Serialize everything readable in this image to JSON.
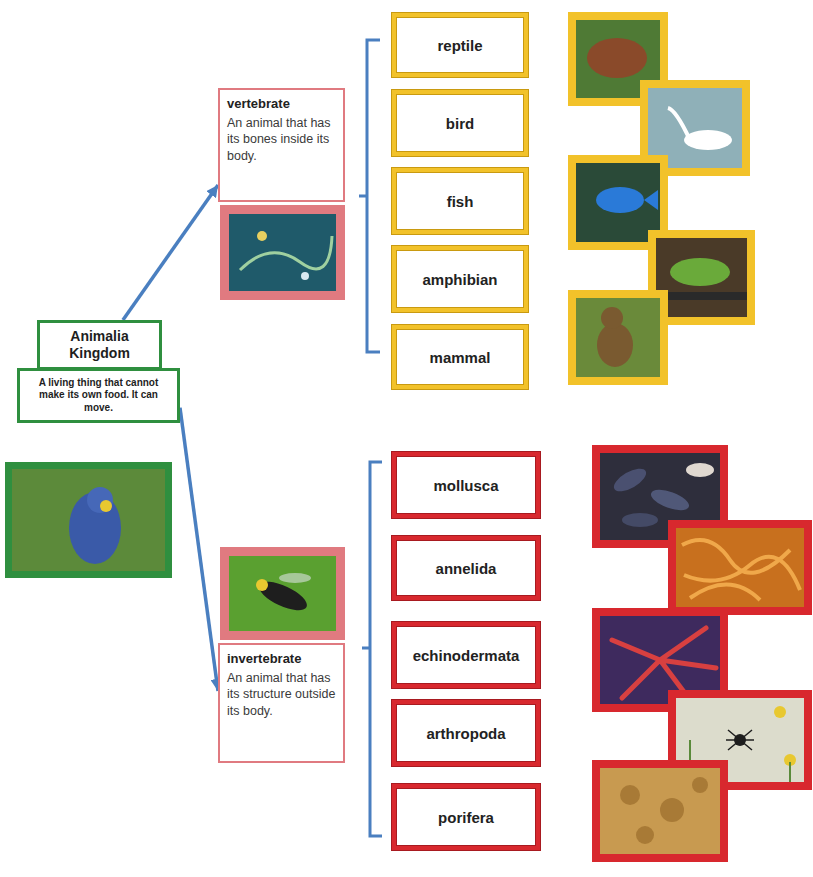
{
  "diagram": {
    "nodes": [
      {
        "text": [
          "Animalia Kingdom",
          "A living thing that cannot make its own food. It can move."
        ]
      },
      {
        "text": [
          "vertebrate",
          "An animal that has its bones inside its body."
        ]
      },
      {
        "text": [
          "reptile"
        ]
      },
      {
        "text": [
          "bird"
        ]
      },
      {
        "text": [
          "fish"
        ]
      },
      {
        "text": [
          "amphibian"
        ]
      },
      {
        "text": [
          "mammal"
        ]
      },
      {
        "text": [
          "invertebrate",
          "An animal that has its structure outside its body."
        ]
      },
      {
        "text": [
          "mollusca"
        ]
      },
      {
        "text": [
          "annelida"
        ]
      },
      {
        "text": [
          "echinodermata"
        ]
      },
      {
        "text": [
          "arthropoda"
        ]
      },
      {
        "text": [
          "porifera"
        ]
      }
    ],
    "edges": [
      {
        "from": 0,
        "to": 1,
        "arrow": "to"
      },
      {
        "from": 0,
        "to": 7,
        "arrow": "to"
      }
    ]
  }
}
